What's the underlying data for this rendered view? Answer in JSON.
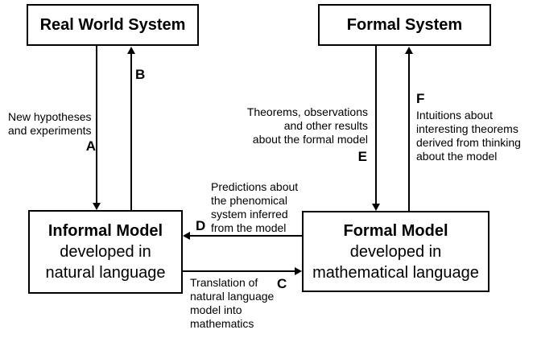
{
  "boxes": {
    "real_world_system": {
      "title": "Real World System"
    },
    "formal_system": {
      "title": "Formal System"
    },
    "informal_model": {
      "title": "Informal Model",
      "subtitle": "developed in\nnatural language"
    },
    "formal_model": {
      "title": "Formal Model",
      "subtitle": "developed in\nmathematical language"
    }
  },
  "arrows": {
    "a": {
      "label": "A",
      "annotation": "New hypotheses\nand experiments"
    },
    "b": {
      "label": "B"
    },
    "c": {
      "label": "C",
      "annotation": "Translation of\nnatural language\nmodel into\nmathematics"
    },
    "d": {
      "label": "D",
      "annotation": "Predictions about\nthe phenomical\nsystem inferred\nfrom the model"
    },
    "e": {
      "label": "E",
      "annotation": "Theorems, observations\nand other results\nabout the formal model"
    },
    "f": {
      "label": "F",
      "annotation": "Intuitions about\ninteresting theorems\nderived from thinking\nabout the model"
    }
  },
  "colors": {
    "background": "#ffffff",
    "line": "#000000",
    "text": "#000000"
  }
}
